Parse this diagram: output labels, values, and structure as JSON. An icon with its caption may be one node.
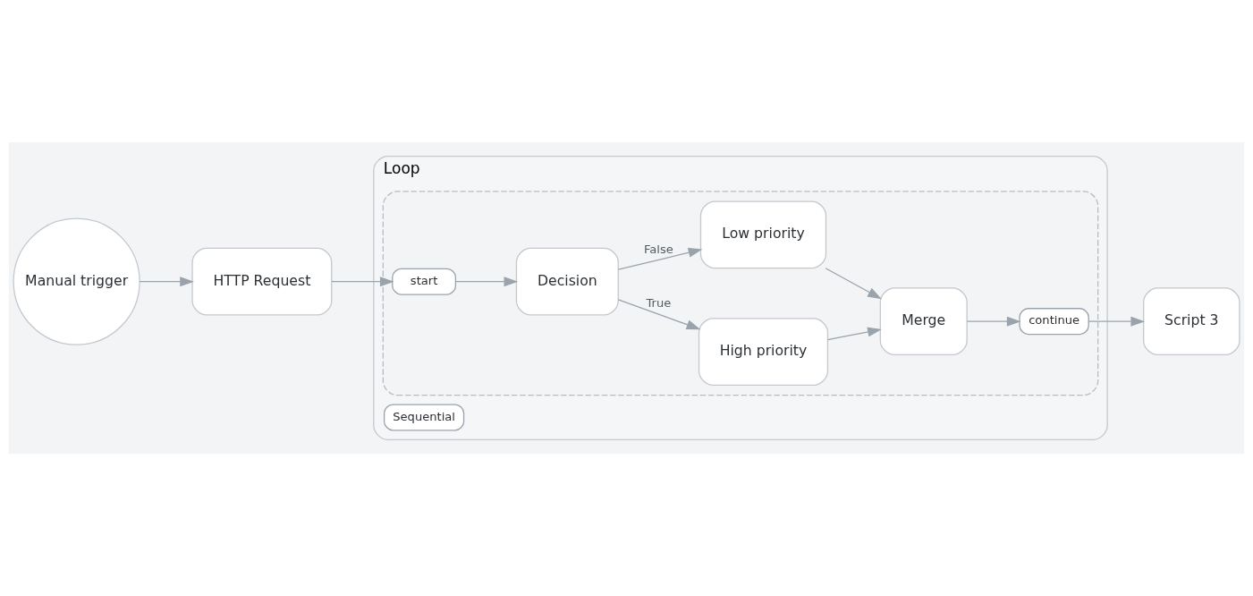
{
  "diagram": {
    "nodes": [
      {
        "text": [
          "Manual trigger"
        ]
      },
      {
        "text": [
          "HTTP Request"
        ]
      },
      {
        "text": [
          "Loop"
        ]
      },
      {
        "text": [
          "Sequential"
        ],
        "in": 2
      },
      {
        "text": [],
        "shape": "box",
        "in": 2
      },
      {
        "text": [
          "start"
        ],
        "in": 4
      },
      {
        "text": [
          "Decision"
        ],
        "in": 4
      },
      {
        "text": [
          "High priority"
        ],
        "in": 4
      },
      {
        "text": [
          "Low priority"
        ],
        "in": 4
      },
      {
        "text": [
          "Merge"
        ],
        "in": 4
      },
      {
        "text": [
          "continue"
        ],
        "in": 4
      },
      {
        "text": [
          "Script 3"
        ]
      }
    ],
    "edges": [
      {
        "from": 0,
        "to": 1,
        "arrow": "to"
      },
      {
        "from": 1,
        "to": 5,
        "arrow": "to"
      },
      {
        "from": 5,
        "to": 6,
        "arrow": "to"
      },
      {
        "from": 6,
        "to": 7,
        "arrow": "to",
        "label": "True"
      },
      {
        "from": 6,
        "to": 8,
        "arrow": "to",
        "label": "False"
      },
      {
        "from": 7,
        "to": 9,
        "arrow": "to"
      },
      {
        "from": 8,
        "to": 9,
        "arrow": "to"
      },
      {
        "from": 9,
        "to": 10,
        "arrow": "to"
      },
      {
        "from": 10,
        "to": 11,
        "arrow": "to"
      }
    ]
  }
}
